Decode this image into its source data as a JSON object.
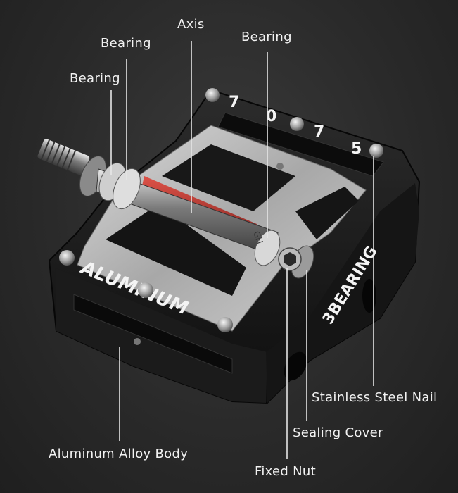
{
  "labels": {
    "axis": "Axis",
    "bearing_top_left": "Bearing",
    "bearing_left": "Bearing",
    "bearing_right": "Bearing",
    "stainless_steel_nail": "Stainless Steel Nail",
    "sealing_cover": "Sealing Cover",
    "aluminum_alloy_body": "Aluminum Alloy Body",
    "fixed_nut": "Fixed Nut"
  },
  "engravings": {
    "front_side": "ALUMINUM",
    "right_side": "3BEARING",
    "top_digit_1": "7",
    "top_digit_2": "0",
    "top_digit_3": "7",
    "top_digit_4": "5",
    "spindle_mark": "GH"
  },
  "colors": {
    "background": "#2a2a2a",
    "body_metal": "#1a1a1a",
    "silver_face": "#bdbdbd",
    "label_text": "#f2f2f2",
    "red_core": "#c0281f"
  }
}
